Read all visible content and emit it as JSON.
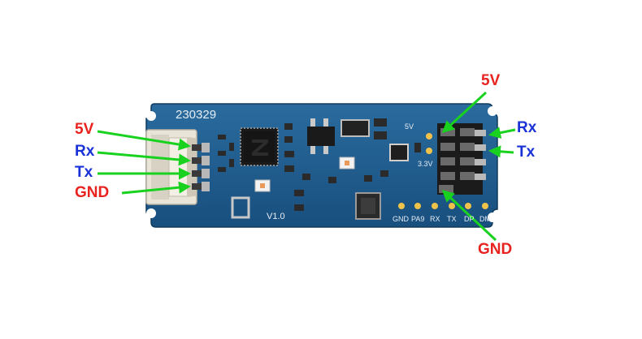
{
  "board": {
    "serial": "230329",
    "version": "V1.0",
    "silk_5v": "5V",
    "silk_3v3": "3.3V",
    "pad_labels": [
      "GND",
      "PA9",
      "RX",
      "TX",
      "DP",
      "DM"
    ]
  },
  "left_labels": {
    "v5": "5V",
    "rx": "Rx",
    "tx": "Tx",
    "gnd": "GND"
  },
  "right_labels": {
    "v5": "5V",
    "rx": "Rx",
    "tx": "Tx",
    "gnd": "GND"
  },
  "colors": {
    "pcb": "#1c5a8c",
    "arrow": "#19d21f",
    "power_label": "#e8231f",
    "signal_label": "#1832d8"
  }
}
